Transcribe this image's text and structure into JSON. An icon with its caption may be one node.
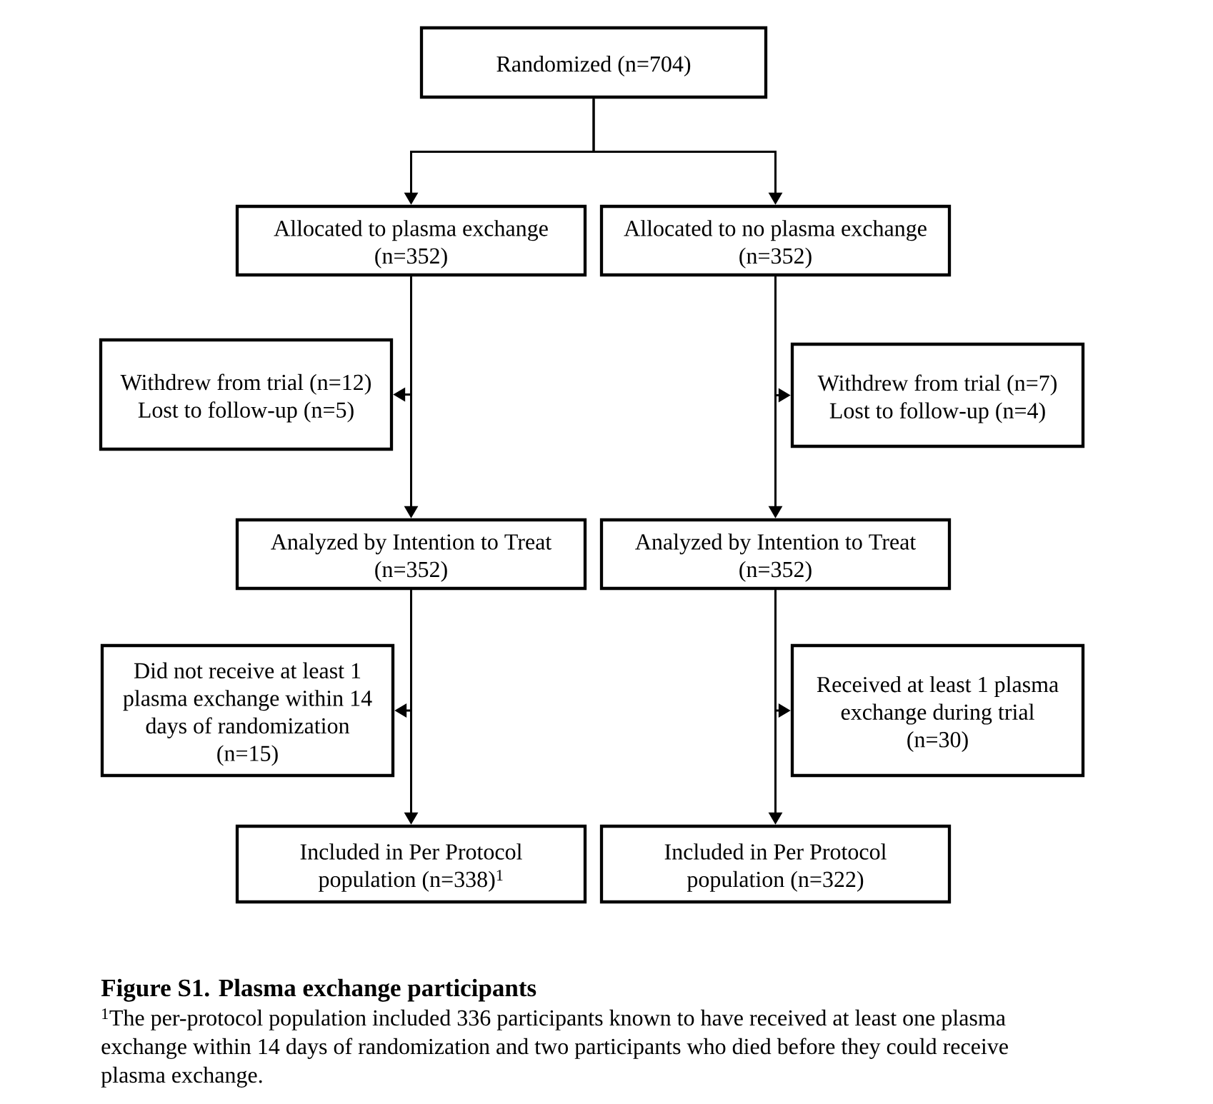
{
  "diagram": {
    "caption": "Figure S1. Plasma exchange participants",
    "nodes": [
      {
        "text": [
          "Randomized (n=704)"
        ]
      },
      {
        "text": [
          "Allocated to plasma exchange (n=352)"
        ]
      },
      {
        "text": [
          "Allocated to no plasma exchange (n=352)"
        ]
      },
      {
        "text": [
          "Withdrew from trial (n=12)",
          "Lost to follow-up (n=5)"
        ]
      },
      {
        "text": [
          "Withdrew from trial (n=7)",
          "Lost to follow-up (n=4)"
        ]
      },
      {
        "text": [
          "Analyzed by Intention to Treat (n=352)"
        ]
      },
      {
        "text": [
          "Analyzed by Intention to Treat (n=352)"
        ]
      },
      {
        "text": [
          "Did not receive at least 1 plasma exchange within 14 days of randomization (n=15)"
        ]
      },
      {
        "text": [
          "Received at least 1 plasma exchange during trial (n=30)"
        ]
      },
      {
        "text": [
          "Included in Per Protocol population (n=338)$^{1}$"
        ]
      },
      {
        "text": [
          "Included in Per Protocol population (n=322)"
        ]
      }
    ],
    "edges": [
      {
        "from": 0,
        "to": 1,
        "arrow": "to"
      },
      {
        "from": 0,
        "to": 2,
        "arrow": "to"
      },
      {
        "from": 1,
        "to": 3,
        "arrow": "to"
      },
      {
        "from": 1,
        "to": 5,
        "arrow": "to"
      },
      {
        "from": 2,
        "to": 4,
        "arrow": "to"
      },
      {
        "from": 2,
        "to": 6,
        "arrow": "to"
      },
      {
        "from": 5,
        "to": 7,
        "arrow": "to"
      },
      {
        "from": 5,
        "to": 9,
        "arrow": "to"
      },
      {
        "from": 6,
        "to": 8,
        "arrow": "to"
      },
      {
        "from": 6,
        "to": 10,
        "arrow": "to"
      }
    ],
    "labels": [
      "$^{1}$The per-protocol population included 336 participants known to have received at least one plasma exchange within 14 days of randomization and two participants who died before they could receive plasma exchange."
    ]
  }
}
